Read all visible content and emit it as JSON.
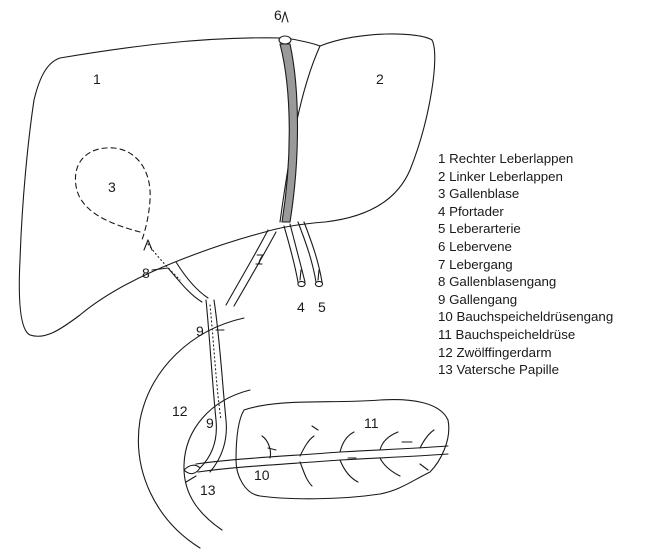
{
  "labels": {
    "n1": "1",
    "n2": "2",
    "n3": "3",
    "n4": "4",
    "n5": "5",
    "n6": "6",
    "n7": "7",
    "n8": "8",
    "n9a": "9",
    "n9b": "9",
    "n10": "10",
    "n11": "11",
    "n12": "12",
    "n13": "13"
  },
  "legend": [
    "1 Rechter Leberlappen",
    "2 Linker Leberlappen",
    "3 Gallenblase",
    "4 Pfortader",
    "5 Leberarterie",
    "6 Lebervene",
    "7 Lebergang",
    "8 Gallenblasengang",
    "9 Gallengang",
    "10 Bauchspeicheldrüsengang",
    "11 Bauchspeicheldrüse",
    "12 Zwölffingerdarm",
    "13 Vatersche Papille"
  ],
  "colors": {
    "stroke": "#1a1a1a",
    "vein_fill": "#9a9a9a",
    "background": "#ffffff"
  }
}
